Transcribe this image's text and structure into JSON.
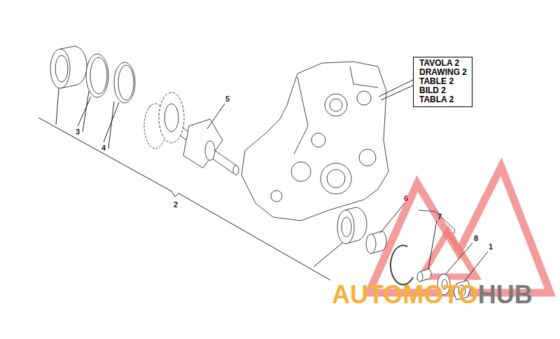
{
  "diagram": {
    "nodes": [
      {
        "text": [
          "TAVOLA 2",
          "DRAWING 2",
          "TABLE 2",
          "BILD 2",
          "TABLA 2"
        ]
      }
    ],
    "labels": [
      "5",
      "3",
      "4",
      "2",
      "6",
      "7",
      "8",
      "1",
      "AUTOMOTO",
      "HUB"
    ]
  }
}
